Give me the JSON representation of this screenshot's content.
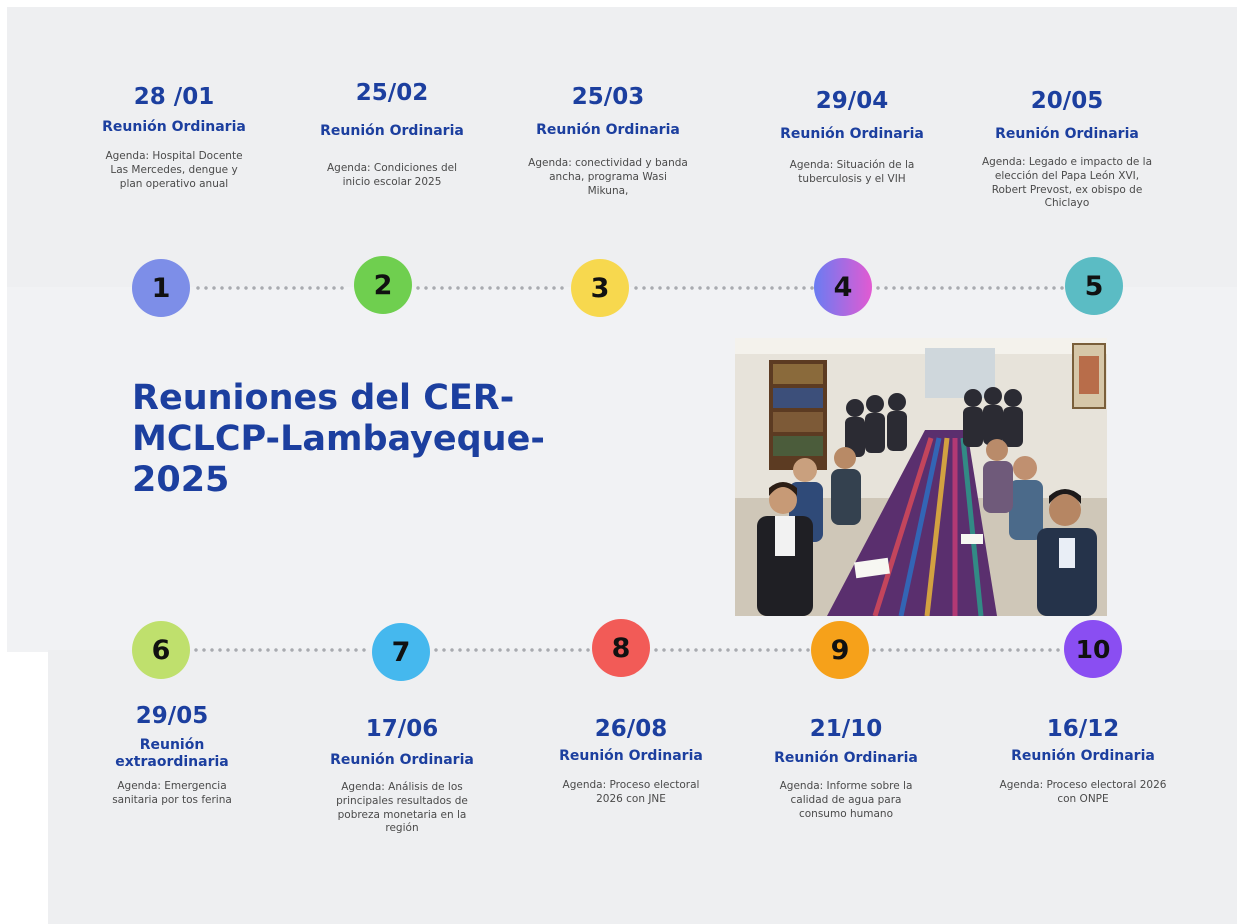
{
  "title": "Reuniones del CER-MCLCP-Lambayeque-2025",
  "colors": {
    "heading_blue": "#1c3f9f",
    "node_1": "#7d8ee8",
    "node_2": "#6fcf4f",
    "node_3": "#f7d84e",
    "node_4_from": "#6a7cf2",
    "node_4_to": "#e25ad2",
    "node_5": "#5bbcc4",
    "node_6": "#bfe06d",
    "node_7": "#45b8ee",
    "node_8": "#f25b57",
    "node_9": "#f6a11a",
    "node_10": "#8a4ef2"
  },
  "photo": {
    "description_icon": "group-meeting-photo"
  },
  "meetings": [
    {
      "number": "1",
      "date": "28 /01",
      "type": "Reunión Ordinaria",
      "agenda": "Agenda: Hospital Docente Las Mercedes, dengue y plan operativo anual"
    },
    {
      "number": "2",
      "date": "25/02",
      "type": "Reunión Ordinaria",
      "agenda": "Agenda: Condiciones del inicio escolar 2025"
    },
    {
      "number": "3",
      "date": "25/03",
      "type": "Reunión Ordinaria",
      "agenda": "Agenda: conectividad y banda ancha, programa Wasi Mikuna,"
    },
    {
      "number": "4",
      "date": "29/04",
      "type": "Reunión Ordinaria",
      "agenda": "Agenda: Situación de la tuberculosis y el VIH"
    },
    {
      "number": "5",
      "date": "20/05",
      "type": "Reunión Ordinaria",
      "agenda": "Agenda: Legado e impacto de la elección del Papa León XVI, Robert Prevost, ex obispo de Chiclayo"
    },
    {
      "number": "6",
      "date": "29/05",
      "type": "Reunión extraordinaria",
      "agenda": "Agenda: Emergencia sanitaria por tos ferina"
    },
    {
      "number": "7",
      "date": "17/06",
      "type": "Reunión Ordinaria",
      "agenda": "Agenda: Análisis de los principales resultados de pobreza monetaria en la región"
    },
    {
      "number": "8",
      "date": "26/08",
      "type": "Reunión Ordinaria",
      "agenda": "Agenda: Proceso electoral 2026 con JNE"
    },
    {
      "number": "9",
      "date": "21/10",
      "type": "Reunión Ordinaria",
      "agenda": "Agenda: Informe sobre la calidad de agua para consumo humano"
    },
    {
      "number": "10",
      "date": "16/12",
      "type": "Reunión Ordinaria",
      "agenda": "Agenda: Proceso electoral 2026 con ONPE"
    }
  ]
}
